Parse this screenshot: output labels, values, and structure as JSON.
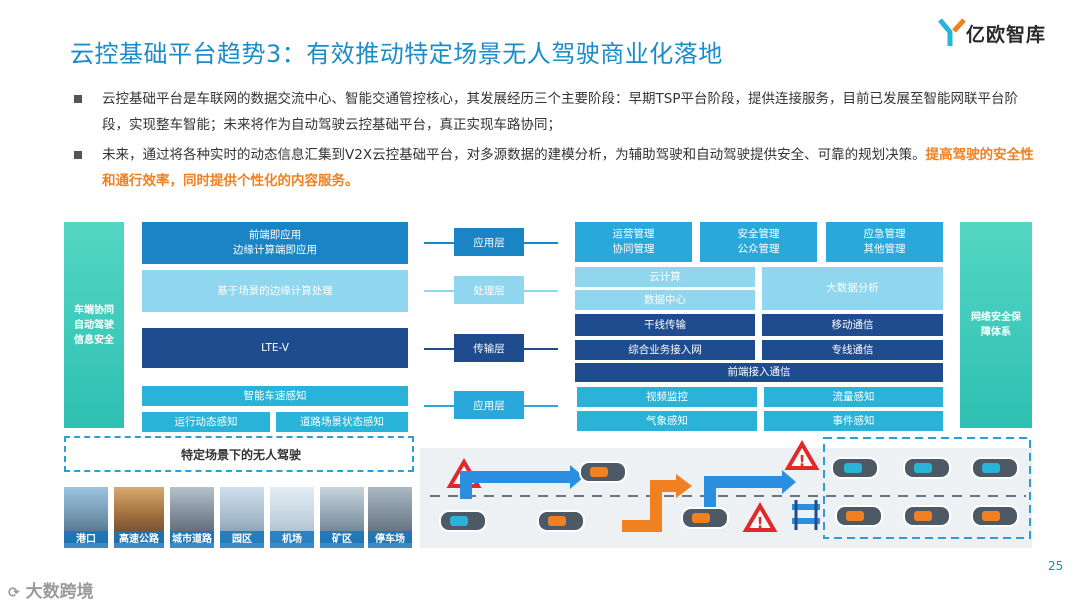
{
  "header": {
    "title": "云控基础平台趋势3：有效推动特定场景无人驾驶商业化落地",
    "logo_text": "亿欧智库"
  },
  "bullets": [
    {
      "text": "云控基础平台是车联网的数据交流中心、智能交通管控核心，其发展经历三个主要阶段：早期TSP平台阶段，提供连接服务，目前已发展至智能网联平台阶段，实现整车智能；未来将作为自动驾驶云控基础平台，真正实现车路协同；"
    },
    {
      "text": "未来，通过将各种实时的动态信息汇集到V2X云控基础平台，对多源数据的建模分析，为辅助驾驶和自动驾驶提供安全、可靠的规划决策。",
      "highlight": "提高驾驶的安全性和通行效率，同时提供个性化的内容服务。"
    }
  ],
  "diagram": {
    "left_side": "车端协同自动驾驶信息安全",
    "right_side": "网络安全保障体系",
    "layers": [
      "应用层",
      "处理层",
      "传输层",
      "应用层"
    ],
    "left": {
      "app_top_line1": "前端即应用",
      "app_top_line2": "边缘计算端即应用",
      "processing": "基于场景的边缘计算处理",
      "transport": "LTE-V",
      "sensing_top": "智能车速感知",
      "sensing_left": "运行动态感知",
      "sensing_right": "道路场景状态感知"
    },
    "right": {
      "app": [
        {
          "l1": "运营管理",
          "l2": "协同管理"
        },
        {
          "l1": "安全管理",
          "l2": "公众管理"
        },
        {
          "l1": "应急管理",
          "l2": "其他管理"
        }
      ],
      "cloud": "云计算",
      "datacenter": "数据中心",
      "bigdata": "大数据分析",
      "trunk": "干线传输",
      "mobile": "移动通信",
      "access": "综合业务接入网",
      "dedicated": "专线通信",
      "front_access": "前端接入通信",
      "video": "视频监控",
      "flow": "流量感知",
      "weather": "气象感知",
      "event": "事件感知"
    }
  },
  "scenes": {
    "title": "特定场景下的无人驾驶",
    "items": [
      "港口",
      "高速公路",
      "城市道路",
      "园区",
      "机场",
      "矿区",
      "停车场"
    ]
  },
  "footer": {
    "page": "25",
    "watermark": "大数跨境"
  },
  "colors": {
    "title": "#1a8cc8",
    "highlight": "#f08020",
    "side_panel": "#2ec0b2",
    "dark_block": "#1f4c8f"
  }
}
